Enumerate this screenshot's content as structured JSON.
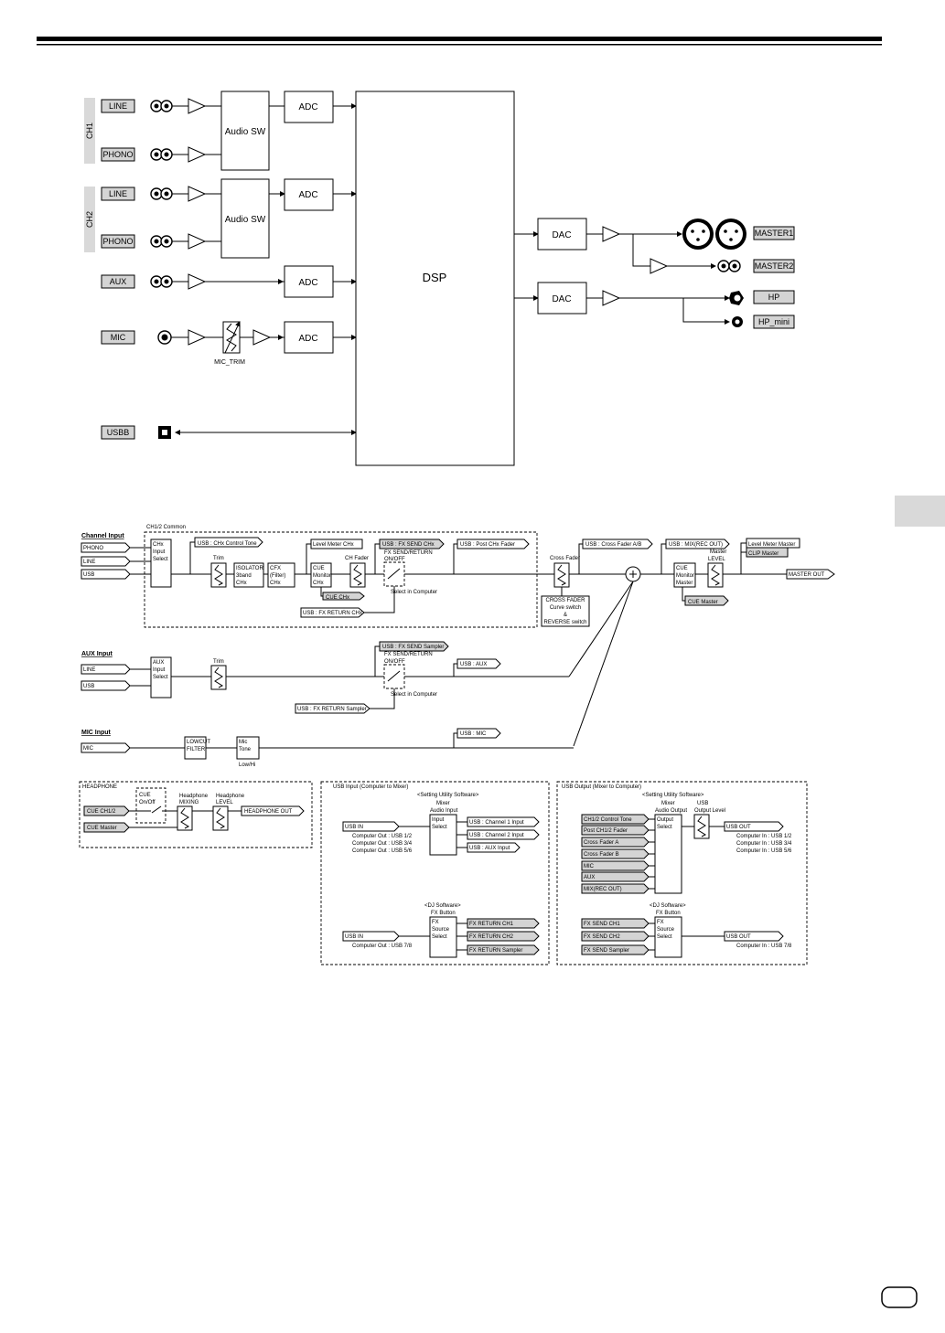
{
  "top": {
    "inputs": {
      "line1": "LINE",
      "phono1": "PHONO",
      "line2": "LINE",
      "phono2": "PHONO",
      "aux": "AUX",
      "mic": "MIC",
      "usbb": "USBB"
    },
    "groups": {
      "ch1": "CH1",
      "ch2": "CH2"
    },
    "blocks": {
      "audio_sw": "Audio SW",
      "adc": "ADC",
      "dsp": "DSP",
      "dac": "DAC",
      "mic_trim": "MIC_TRIM"
    },
    "outputs": {
      "master1": "MASTER1",
      "master2": "MASTER2",
      "hp": "HP",
      "hp_mini": "HP_mini"
    }
  },
  "flow": {
    "channel_input": "Channel Input",
    "ch_inputs": [
      "PHONO",
      "LINE",
      "USB"
    ],
    "ch_common": "CH1/2 Common",
    "chx_select": [
      "CHx",
      "Input",
      "Select"
    ],
    "usb_chx_tone": "USB : CHx Control Tone",
    "trim": "Trim",
    "isolator": [
      "ISOLATOR",
      "3band",
      "CHx"
    ],
    "cfx": [
      "CFX",
      "(Filter)",
      "CHx"
    ],
    "level_meter_chx": "Level Meter CHx",
    "cue_monitor_chx": [
      "CUE",
      "Monitor",
      "CHx"
    ],
    "ch_fader": "CH Fader",
    "cue_chx": "CUE CHx",
    "usb_fx_send_chx": "USB : FX SEND CHx",
    "fx_send_return": "FX SEND/RETURN",
    "on_off": "ON/OFF",
    "select_in_computer": "Select in Computer",
    "usb_fx_return_chx": "USB : FX RETURN CHx",
    "usb_post_chx": "USB : Post CHx Fader",
    "cross_fader": "Cross Fader",
    "crossfader_switch": [
      "CROSS FADER",
      "Curve switch",
      "&",
      "REVERSE switch"
    ],
    "usb_cross_ab": "USB : Cross Fader A/B",
    "usb_mix": "USB : MIX(REC OUT)",
    "cue_monitor_master": [
      "CUE",
      "Monitor",
      "Master"
    ],
    "master_level": [
      "Master",
      "LEVEL"
    ],
    "cue_master": "CUE Master",
    "level_meter_master": "Level Meter Master",
    "clip_master": "CLIP Master",
    "master_out": "MASTER OUT",
    "aux_input": "AUX Input",
    "aux_inputs": [
      "LINE",
      "USB"
    ],
    "aux_select": [
      "AUX",
      "Input",
      "Select"
    ],
    "usb_fx_send_sampler": "USB : FX SEND Sampler",
    "usb_fx_return_sampler": "USB : FX RETURN Sampler",
    "usb_aux": "USB : AUX",
    "mic_input": "MIC Input",
    "mic": "MIC",
    "lowcut": [
      "LOWCUT",
      "FILTER"
    ],
    "mic_tone": [
      "Mic",
      "Tone"
    ],
    "low_hi": "Low/Hi",
    "usb_mic": "USB : MIC"
  },
  "headphone": {
    "title": "HEADPHONE",
    "cue_onoff": [
      "CUE",
      "On/Off"
    ],
    "hp_mixing": [
      "Headphone",
      "MIXING"
    ],
    "hp_level": [
      "Headphone",
      "LEVEL"
    ],
    "cue_ch12": "CUE CH1/2",
    "cue_master": "CUE Master",
    "out": "HEADPHONE OUT"
  },
  "usb_in": {
    "title": "USB Input (Computer to Mixer)",
    "setting_sw": "<Setting Utility Software>",
    "mixer_audio_input": [
      "Mixer",
      "Audio Input"
    ],
    "input_select": [
      "Input",
      "Select"
    ],
    "usb_in": "USB IN",
    "computer_out": [
      "Computer Out : USB 1/2",
      "Computer Out : USB 3/4",
      "Computer Out : USB 5/6"
    ],
    "outs": [
      "USB : Channel 1 Input",
      "USB : Channel 2 Input",
      "USB : AUX Input"
    ],
    "dj_sw": "<DJ Software>",
    "fx_button": "FX Button",
    "fx_source_select": [
      "FX",
      "Source",
      "Select"
    ],
    "usb_in2": "USB IN",
    "computer_out78": "Computer Out : USB 7/8",
    "fx_returns": [
      "FX RETURN CH1",
      "FX RETURN CH2",
      "FX RETURN Sampler"
    ]
  },
  "usb_out": {
    "title": "USB Output (Mixer to Computer)",
    "setting_sw": "<Setting Utility Software>",
    "mixer_audio_output": [
      "Mixer",
      "Audio Output"
    ],
    "usb_output_level": [
      "USB",
      "Output Level"
    ],
    "output_select": [
      "Output",
      "Select"
    ],
    "sources": [
      "CH1/2 Control Tone",
      "Post CH1/2 Fader",
      "Cross Fader A",
      "Cross Fader B",
      "MIC",
      "AUX",
      "MIX(REC OUT)"
    ],
    "usb_out": "USB OUT",
    "computer_in": [
      "Computer In : USB 1/2",
      "Computer In : USB 3/4",
      "Computer In : USB 5/6"
    ],
    "dj_sw": "<DJ Software>",
    "fx_button": "FX Button",
    "fx_source_select": [
      "FX",
      "Source",
      "Select"
    ],
    "fx_sends": [
      "FX SEND CH1",
      "FX SEND CH2",
      "FX SEND Sampler"
    ],
    "usb_out2": "USB OUT",
    "computer_in78": "Computer In : USB 7/8"
  }
}
